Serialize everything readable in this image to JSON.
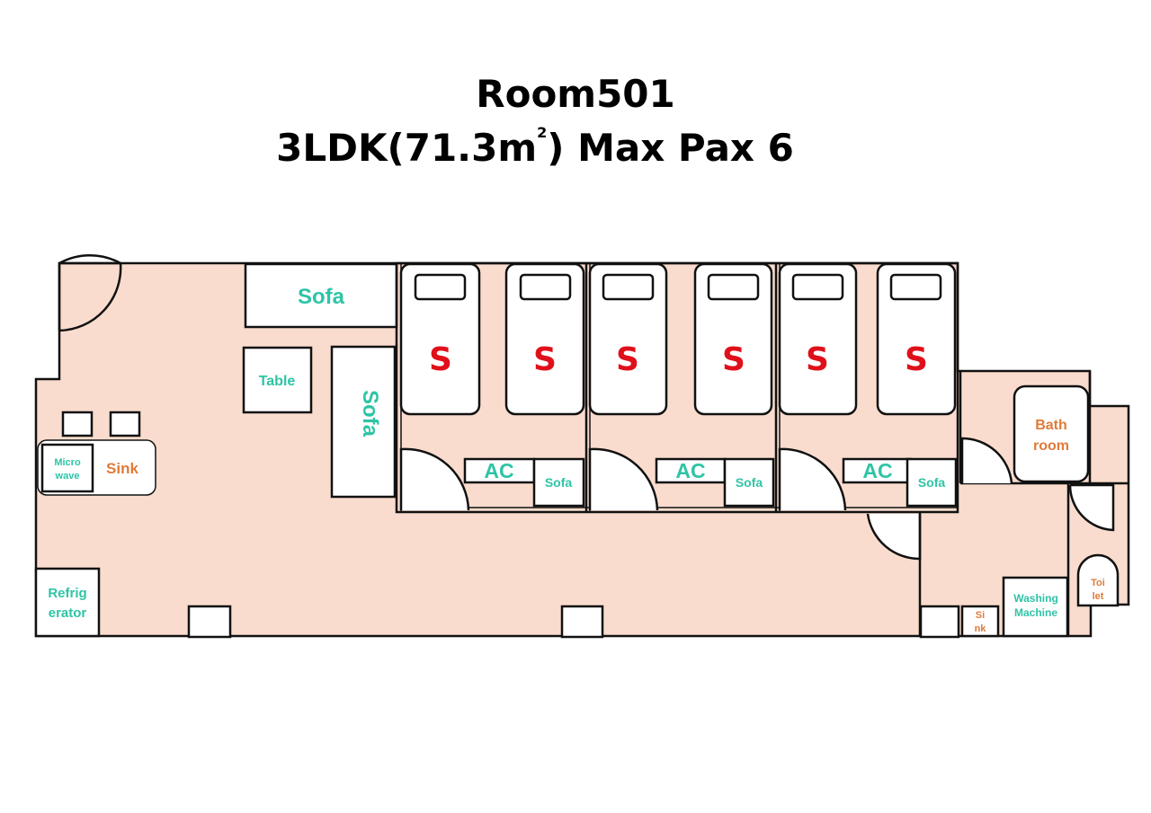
{
  "title": {
    "room": "Room501",
    "spec_prefix": "3LDK(71.3m",
    "spec_super": "2",
    "spec_suffix": ") Max Pax 6"
  },
  "colors": {
    "floor": "#f9dccd",
    "wall": "#111111",
    "teal_label": "#2ec4a6",
    "orange_label": "#e07b39",
    "bed_mark": "#e0101b"
  },
  "labels": {
    "sofa": "Sofa",
    "table": "Table",
    "sink": "Sink",
    "microwave_1": "Micro",
    "microwave_2": "wave",
    "fridge_1": "Refrig",
    "fridge_2": "erator",
    "ac": "AC",
    "bed": "S",
    "bath_1": "Bath",
    "bath_2": "room",
    "washing_1": "Washing",
    "washing_2": "Machine",
    "toilet_1": "Toi",
    "toilet_2": "let",
    "small_sink_1": "Si",
    "small_sink_2": "nk"
  }
}
